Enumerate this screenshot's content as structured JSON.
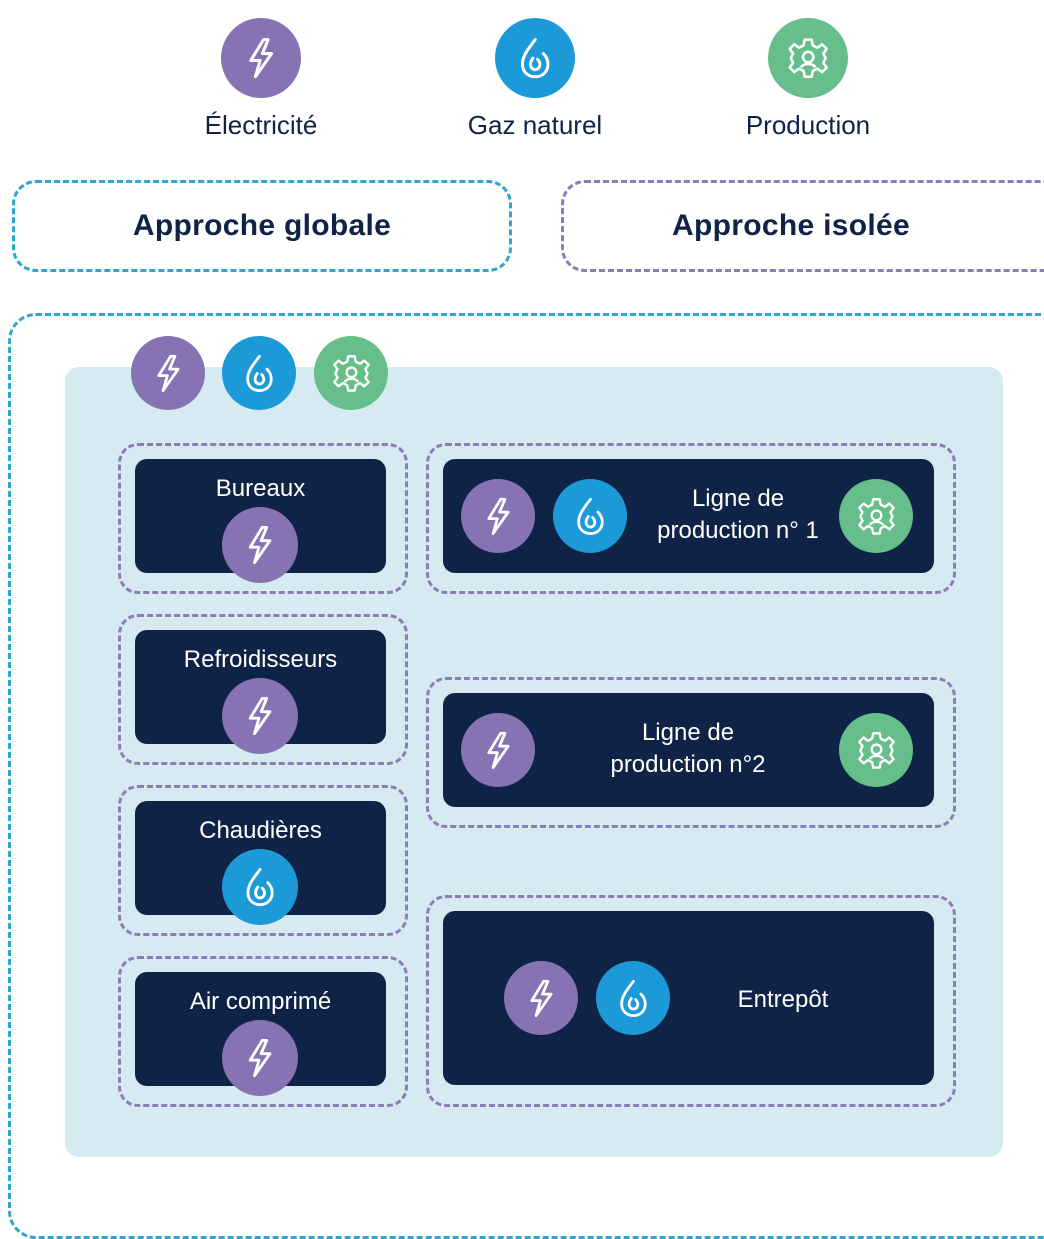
{
  "colors": {
    "electricity": "#8772b3",
    "gas": "#1c9ad8",
    "production": "#66bf8a",
    "navy": "#0f2346",
    "panel": "#d6eaf1",
    "dash_blue": "#2ea6cf",
    "dash_purple": "#8c7cb8"
  },
  "legend": [
    {
      "label": "Électricité",
      "icon": "lightning-icon"
    },
    {
      "label": "Gaz naturel",
      "icon": "flame-drop-icon"
    },
    {
      "label": "Production",
      "icon": "gear-icon"
    }
  ],
  "approaches": {
    "global": "Approche globale",
    "isolated": "Approche isolée"
  },
  "panel_icons": [
    "lightning-icon",
    "flame-drop-icon",
    "gear-icon"
  ],
  "units": [
    {
      "label": "Bureaux",
      "icons": [
        "lightning-icon"
      ]
    },
    {
      "label": "Refroidisseurs",
      "icons": [
        "lightning-icon"
      ]
    },
    {
      "label": "Chaudières",
      "icons": [
        "flame-drop-icon"
      ]
    },
    {
      "label": "Air comprimé",
      "icons": [
        "lightning-icon"
      ]
    },
    {
      "label_line1": "Ligne de",
      "label_line2": "production n° 1",
      "icons": [
        "lightning-icon",
        "flame-drop-icon",
        "gear-icon"
      ]
    },
    {
      "label_line1": "Ligne de",
      "label_line2": "production n°2",
      "icons": [
        "lightning-icon",
        "gear-icon"
      ]
    },
    {
      "label": "Entrepôt",
      "icons": [
        "lightning-icon",
        "flame-drop-icon"
      ]
    }
  ]
}
